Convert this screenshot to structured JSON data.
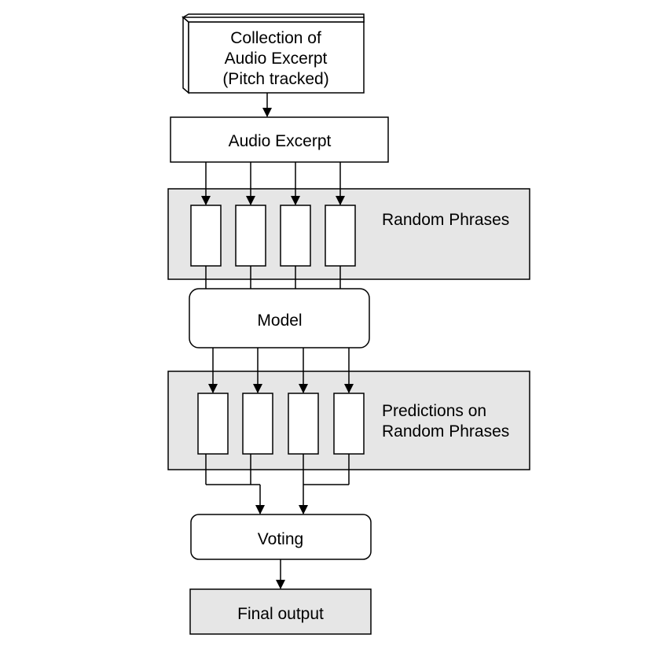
{
  "source_box": {
    "lines": [
      "Collection of",
      "Audio Excerpt",
      "(Pitch tracked)"
    ]
  },
  "audio_excerpt": {
    "label": "Audio Excerpt"
  },
  "random_phrases": {
    "label": "Random Phrases"
  },
  "model": {
    "label": "Model"
  },
  "predictions": {
    "lines": [
      "Predictions on",
      "Random Phrases"
    ]
  },
  "voting": {
    "label": "Voting"
  },
  "final_output": {
    "label": "Final output"
  },
  "colors": {
    "stroke": "#000000",
    "panel_fill": "#e6e6e6",
    "box_fill": "#ffffff",
    "final_fill": "#e6e6e6"
  }
}
